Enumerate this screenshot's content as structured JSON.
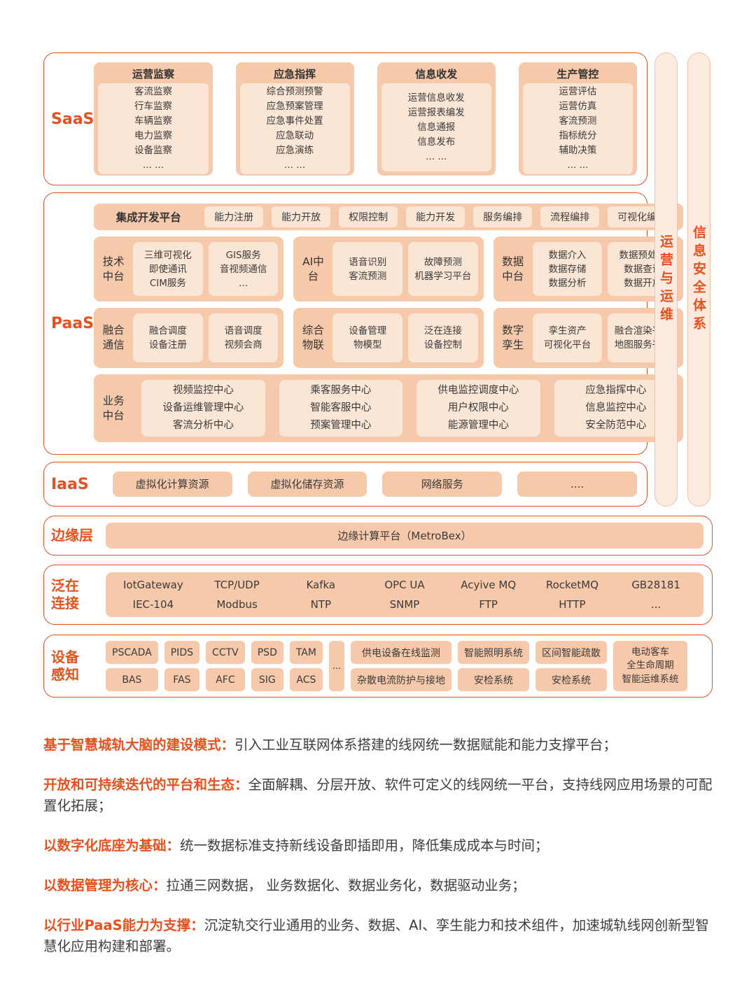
{
  "colors": {
    "accent": "#e5521f",
    "border": "#dc5426",
    "box": "#f6c9ab",
    "box_light": "#fbe5d5",
    "bar_fill": "#fdeadf"
  },
  "layers": {
    "saas": {
      "label": "SaaS",
      "cards": [
        {
          "title": "运营监察",
          "items": [
            "客流监察",
            "行车监察",
            "车辆监察",
            "电力监察",
            "设备监察",
            "... ..."
          ]
        },
        {
          "title": "应急指挥",
          "items": [
            "综合预测预警",
            "应急预案管理",
            "应急事件处置",
            "应急联动",
            "应急演练",
            "... ..."
          ]
        },
        {
          "title": "信息收发",
          "items": [
            "运营信息收发",
            "运营报表编发",
            "信息通报",
            "信息发布",
            "... ..."
          ]
        },
        {
          "title": "生产管控",
          "items": [
            "运营评估",
            "运营仿真",
            "客流预测",
            "指标统分",
            "辅助决策",
            "... ..."
          ]
        }
      ]
    },
    "paas": {
      "label": "PaaS",
      "dev": {
        "title": "集成开发平台",
        "chips": [
          "能力注册",
          "能力开放",
          "权限控制",
          "能力开发",
          "服务编排",
          "流程编排",
          "可视化编排"
        ]
      },
      "tech": {
        "label": "技术中台",
        "box1": [
          "三维可视化",
          "即使通讯",
          "CIM服务"
        ],
        "box2": [
          "GIS服务",
          "音视频通信",
          "..."
        ]
      },
      "ai": {
        "label": "AI中台",
        "box1": [
          "语音识别",
          "客流预测"
        ],
        "box2": [
          "故障预测",
          "机器学习平台"
        ]
      },
      "data": {
        "label": "数据中台",
        "box1": [
          "数据介入",
          "数据存储",
          "数据分析"
        ],
        "box2": [
          "数据预处理",
          "数据查询",
          "数据开放"
        ]
      },
      "comm": {
        "label": "融合通信",
        "box1": [
          "融合调度",
          "设备注册"
        ],
        "box2": [
          "语音调度",
          "视频会商"
        ]
      },
      "iot": {
        "label": "综合物联",
        "box1": [
          "设备管理",
          "物模型"
        ],
        "box2": [
          "泛在连接",
          "设备控制"
        ]
      },
      "twin": {
        "label": "数字孪生",
        "box1": [
          "孪生资产",
          "可视化平台"
        ],
        "box2": [
          "融合渲染平台",
          "地图服务平台"
        ]
      },
      "biz": {
        "label": "业务中台",
        "box1": [
          "视频监控中心",
          "设备运维管理中心",
          "客流分析中心"
        ],
        "box2": [
          "乘客服务中心",
          "智能客服中心",
          "预案管理中心"
        ],
        "box3": [
          "供电监控调度中心",
          "用户权限中心",
          "能源管理中心"
        ],
        "box4": [
          "应急指挥中心",
          "信息监控中心",
          "安全防范中心"
        ]
      }
    },
    "iaas": {
      "label": "IaaS",
      "boxes": [
        "虚拟化计算资源",
        "虚拟化储存资源",
        "网络服务",
        "...."
      ]
    },
    "edge": {
      "label": "边缘层",
      "box": "边缘计算平台（MetroBex）"
    },
    "connect": {
      "label": "泛在连接",
      "row1": [
        "IotGateway",
        "TCP/UDP",
        "Kafka",
        "OPC UA",
        "Acyive MQ",
        "RocketMQ",
        "GB28181"
      ],
      "row2": [
        "IEC-104",
        "Modbus",
        "NTP",
        "SNMP",
        "FTP",
        "HTTP",
        "..."
      ]
    },
    "device": {
      "label": "设备感知",
      "small_row1": [
        "PSCADA",
        "PIDS",
        "CCTV",
        "PSD",
        "TAM"
      ],
      "small_row2": [
        "BAS",
        "FAS",
        "AFC",
        "SIG",
        "ACS"
      ],
      "ellipsis": "...",
      "pair_cols": [
        [
          "供电设备在线监测",
          "杂散电流防护与接地"
        ],
        [
          "智能照明系统",
          "安检系统"
        ],
        [
          "区间智能疏散",
          "安检系统"
        ]
      ],
      "tall_box": [
        "电动客车",
        "全生命周期",
        "智能运维系统"
      ]
    }
  },
  "side_bars": [
    {
      "label": "运营与运维"
    },
    {
      "label": "信息安全体系"
    }
  ],
  "paragraphs": [
    {
      "lead": "基于智慧城轨大脑的建设模式：",
      "body": "引入工业互联网体系搭建的线网统一数据赋能和能力支撑平台；"
    },
    {
      "lead": "开放和可持续迭代的平台和生态：",
      "body": "全面解耦、分层开放、软件可定义的线网统一平台，支持线网应用场景的可配置化拓展；"
    },
    {
      "lead": "以数字化底座为基础：",
      "body": "统一数据标准支持新线设备即插即用，降低集成成本与时间；"
    },
    {
      "lead": "以数据管理为核心：",
      "body": "拉通三网数据， 业务数据化、数据业务化，数据驱动业务；"
    },
    {
      "lead": "以行业PaaS能力为支撑：",
      "body": "沉淀轨交行业通用的业务、数据、AI、孪生能力和技术组件，加速城轨线网创新型智慧化应用构建和部署。"
    }
  ]
}
